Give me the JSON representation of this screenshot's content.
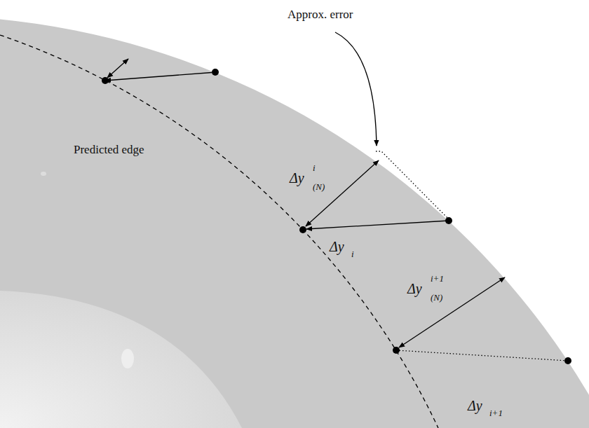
{
  "diagram": {
    "labels": [
      "Predicted edge",
      "Approx. error",
      "Δy",
      "i",
      "(N)",
      "Δy",
      "i",
      "Δy",
      "i+1",
      "(N)",
      "Δy",
      "i+1"
    ]
  }
}
